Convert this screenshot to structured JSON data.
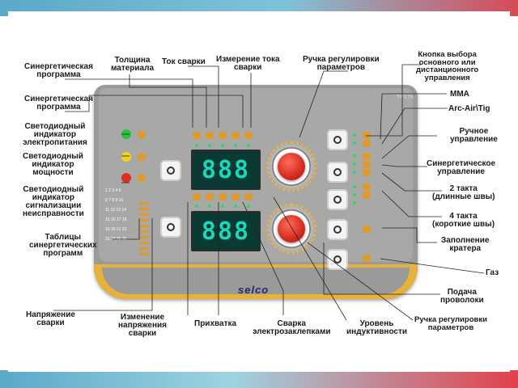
{
  "panel": {
    "brand": "selco",
    "model": "TP176",
    "display_top": "888",
    "display_bottom": "888"
  },
  "labels": {
    "syn_program_1": "Синергетическая\nпрограмма",
    "thickness": "Толщина\nматериала",
    "current": "Ток сварки",
    "current_measure": "Измерение тока\nсварки",
    "param_knob_top": "Ручка регулировки\nпараметров",
    "mode_button": "Кнопка выбора\nосновного или\nдистанционного\nуправления",
    "syn_program_2": "Синергетическая\nпрограмма",
    "led_power": "Светодиодный\nиндикатор\nэлектропитания",
    "led_power_level": "Светодиодный\nиндикатор\nмощности",
    "led_fault": "Светодиодный\nиндикатор\nсигнализации\nнеисправности",
    "syn_tables": "Таблицы\nсинергетических\nпрограмм",
    "mma": "MMA",
    "arc_air_tig": "Arc-Air\\Tig",
    "manual": "Ручное\nуправление",
    "syn_control": "Синергетическое\nуправление",
    "two_step": "2 такта\n(длинные швы)",
    "four_step": "4 такта\n(короткие швы)",
    "crater": "Заполнение\nкратера",
    "gas": "Газ",
    "wire_feed": "Подача\nпроволоки",
    "param_knob_bottom": "Ручка регулировки\nпараметров",
    "voltage": "Напряжение\nсварки",
    "voltage_change": "Изменение\nнапряжения\nсварки",
    "tack": "Прихватка",
    "rivet": "Сварка\nэлектрозаклепками",
    "inductance": "Уровень\nиндуктивности"
  },
  "colors": {
    "panel": "#a8a8a6",
    "band": "#e8b23a",
    "display": "#0b3a35",
    "digits": "#1fd4b7",
    "knob": "#d62b1f"
  }
}
